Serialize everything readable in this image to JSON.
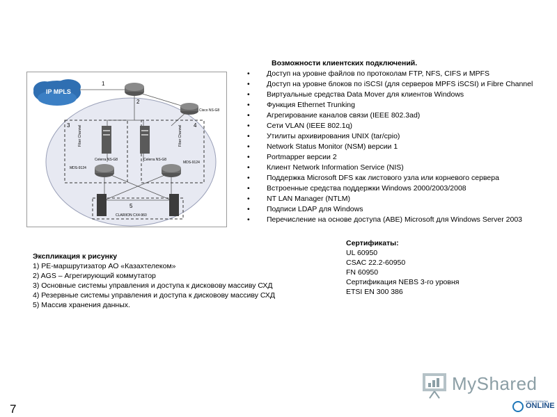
{
  "diagram": {
    "cloud_label": "IP MPLS",
    "router_label": "Cisco NS-G8",
    "left_switch_label": "MDS-9124",
    "right_switch_label": "MDS-9124",
    "left_fc_label": "Fiber Channel",
    "right_fc_label": "Fiber Channel",
    "left_celerra_label": "Celerra NS-G8",
    "right_celerra_label": "Celerra NS-G8",
    "storage_label": "CLARIION CX4-960",
    "callouts": [
      "1",
      "2",
      "3",
      "4",
      "5"
    ],
    "colors": {
      "cloud": "#2f6fb2",
      "ellipse": "#e7e9f2",
      "device": "#4a4a4a"
    }
  },
  "features": {
    "title": "Возможности клиентских подключений.",
    "items": [
      "Доступ на уровне файлов по протоколам FTP, NFS, CIFS и MPFS",
      "Доступ на уровне блоков по iSCSI (для серверов MPFS iSCSI) и Fibre Channel",
      "Виртуальные средства Data Mover для клиентов Windows",
      "Функция Ethernet Trunking",
      "Агрегирование каналов связи (IEEE 802.3ad)",
      "Сети VLAN (IEEE 802.1q)",
      "Утилиты архивирования UNIX (tar/cpio)",
      "Network Status Monitor (NSM) версии 1",
      "Portmapper версии 2",
      "Клиент Network Information Service (NIS)",
      "Поддержка Microsoft DFS как листового узла или корневого сервера",
      "Встроенные средства поддержки Windows 2000/2003/2008",
      "NT LAN Manager (NTLM)",
      "Подписи LDAP для Windows",
      "Перечисление на основе доступа (ABE) Microsoft для Windows Server 2003"
    ]
  },
  "legend": {
    "title": "Экспликация к рисунку",
    "items": [
      "1) PE-маршрутизатор АО «Казахтелеком»",
      "2) AGS – Агрегирующий коммутатор",
      "3) Основные системы управления и доступа к дисковову массиву СХД",
      "4) Резервные системы управления и доступа к дисковову массиву СХД",
      "5) Массив хранения данных."
    ]
  },
  "certs": {
    "title": "Сертификаты:",
    "items": [
      "UL 60950",
      "CSAC 22.2-60950",
      "FN 60950",
      "Сертификация NEBS 3-го уровня",
      "ETSI EN 300 386"
    ]
  },
  "page_number": "7",
  "watermark_text": "MyShared",
  "logo_text": "ONLINE",
  "logo_subtext": "КАЗАХТЕЛЕКОМ"
}
